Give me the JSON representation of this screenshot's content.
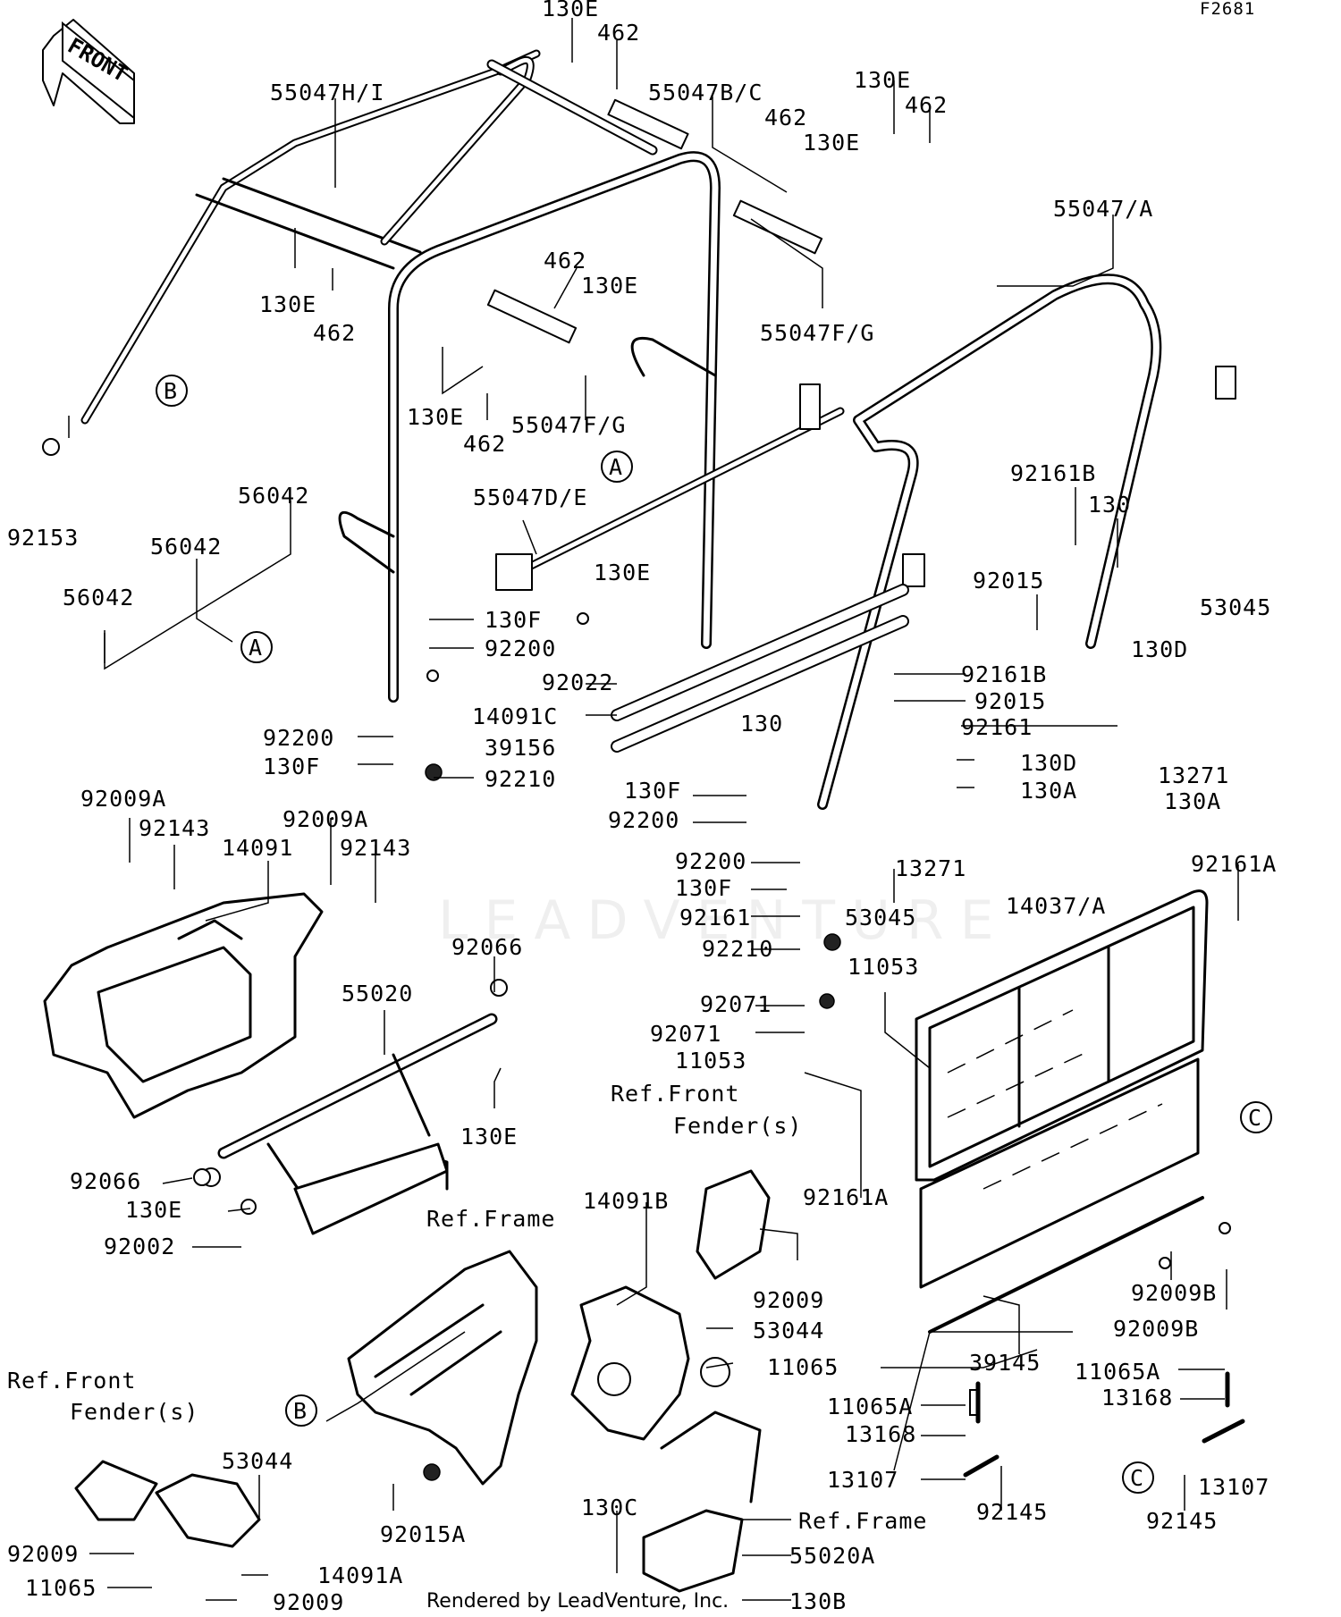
{
  "diagram_id": "F2681",
  "front_arrow_text": "FRONT",
  "credit": "Rendered by LeadVenture, Inc.",
  "watermark": "LEADVENTURE",
  "callout_markers": [
    "A",
    "B",
    "C"
  ],
  "part_labels": [
    "130E",
    "462",
    "55047H/I",
    "55047B/C",
    "130E",
    "462",
    "462",
    "130E",
    "55047/A",
    "130E",
    "462",
    "55047F/G",
    "462",
    "130E",
    "130E",
    "462",
    "55047F/G",
    "92153",
    "56042",
    "56042",
    "56042",
    "55047D/E",
    "130E",
    "92161B",
    "130",
    "92015",
    "53045",
    "130F",
    "92200",
    "92022",
    "130D",
    "92161B",
    "92015",
    "14091C",
    "92161",
    "39156",
    "130",
    "130D",
    "92200",
    "130F",
    "92210",
    "130A",
    "13271",
    "130A",
    "130F",
    "92200",
    "92009A",
    "92143",
    "14091",
    "92009A",
    "92143",
    "92200",
    "13271",
    "130F",
    "92161",
    "53045",
    "92210",
    "92161A",
    "14037/A",
    "92066",
    "11053",
    "55020",
    "92071",
    "92071",
    "11053",
    "130E",
    "Ref.Front",
    "Fender(s)",
    "92161A",
    "92066",
    "130E",
    "Ref.Frame",
    "14091B",
    "92002",
    "92009",
    "92009B",
    "92009B",
    "53044",
    "11065",
    "39145",
    "11065A",
    "Ref.Front",
    "13168",
    "11065A",
    "Fender(s)",
    "13168",
    "53044",
    "13107",
    "92145",
    "13107",
    "92009",
    "92015A",
    "130C",
    "Ref.Frame",
    "92145",
    "11065",
    "14091A",
    "55020A",
    "92009",
    "130B"
  ]
}
